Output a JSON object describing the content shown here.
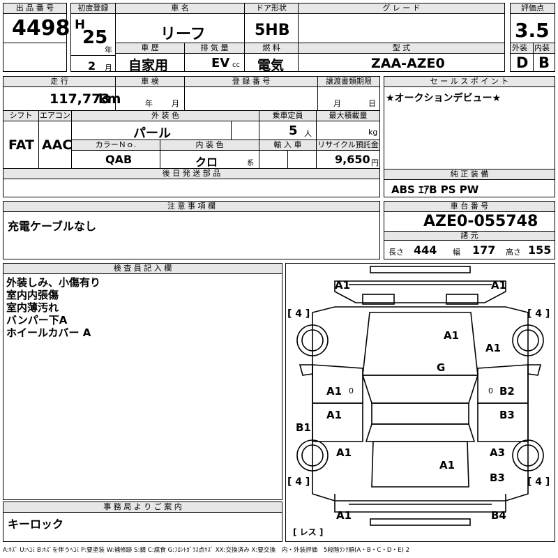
{
  "header": {
    "lot_label": "出 品 番 号",
    "lot_value": "4498",
    "first_reg_label": "初度登録",
    "era": "H",
    "year_value": "25",
    "year_unit": "年",
    "month_value": "2",
    "month_unit": "月",
    "car_name_label": "車 名",
    "car_name_value": "リーフ",
    "history_label": "車 歴",
    "history_value": "自家用",
    "displacement_label": "排 気 量",
    "displacement_value": "EV",
    "displacement_unit": "cc",
    "door_label": "ドア形状",
    "door_value": "5HB",
    "fuel_label": "燃 料",
    "fuel_value": "電気",
    "grade_label": "グ レ ー ド",
    "grade_value": "",
    "model_label": "型 式",
    "model_value": "ZAA-AZE0",
    "score_label": "評価点",
    "score_value": "3.5",
    "exterior_label": "外装",
    "exterior_value": "D",
    "interior_label": "内装",
    "interior_value": "B"
  },
  "row2": {
    "mileage_label": "走 行",
    "mileage_value": "117,773",
    "mileage_unit": "km",
    "inspection_label": "車 検",
    "inspection_year_unit": "年",
    "inspection_month_unit": "月",
    "registration_label": "登 録 番 号",
    "transfer_label": "譲渡書類期限",
    "transfer_month_unit": "月",
    "transfer_day_unit": "日",
    "shift_label": "シフト",
    "shift_value": "FAT",
    "ac_label": "エアコン",
    "ac_value": "AAC",
    "color_label": "外 装 色",
    "color_value": "パール",
    "color_no_label": "カラーＮｏ.",
    "color_no_value": "QAB",
    "interior_color_label": "内 装 色",
    "interior_color_value": "クロ",
    "interior_color_unit": "系",
    "capacity_label": "乗車定員",
    "capacity_value": "5",
    "capacity_unit": "人",
    "maxload_label": "最大積載量",
    "maxload_unit": "kg",
    "import_label": "輸 入 車",
    "recycle_label": "リサイクル預託金",
    "recycle_value": "9,650",
    "recycle_unit": "円",
    "later_parts_label": "後 日 発 送 部 品"
  },
  "sales": {
    "label": "セ ー ル ス ポ イ ン ト",
    "text": "★オークションデビュー★"
  },
  "equipment": {
    "label": "純 正 装 備",
    "text": "ABS ｴｱB PS PW"
  },
  "notes": {
    "label": "注 意 事 項 欄",
    "text": "充電ケーブルなし"
  },
  "chassis": {
    "label": "車 台 番 号",
    "value": "AZE0-055748",
    "specs_label": "諸 元",
    "length_label": "長さ",
    "length_value": "444",
    "width_label": "幅",
    "width_value": "177",
    "height_label": "高さ",
    "height_value": "155"
  },
  "inspector": {
    "label": "検 査 員 記 入 欄",
    "lines": [
      "外装しみ、小傷有り",
      "室内内張傷",
      "室内薄汚れ",
      "バンパー下A",
      "ホイールカバー A"
    ]
  },
  "office": {
    "label": "事 務 局 よ り ご 案 内",
    "text": "キーロック"
  },
  "diagram": {
    "tire_marks": [
      "[ 4 ]",
      "[ 4 ]",
      "[ 4 ]",
      "[ 4 ]"
    ],
    "spare_mark": "[ レス ]",
    "zero_mark": "0",
    "damage_marks": {
      "front_left_corner": "A1",
      "front_right_corner": "A1",
      "hood": "A1",
      "right_front_fender": "A1",
      "windshield": "G",
      "left_front_door": "A1",
      "right_front_door": "B2",
      "left_rear_door": "A1",
      "right_rear_door": "B3",
      "left_rocker": "B1",
      "left_rear_fender": "A1",
      "right_rear_fender": "A3",
      "rear_hatch": "A1",
      "right_quarter": "B3",
      "rear_left_corner": "A1",
      "rear_right_corner": "B4"
    }
  },
  "legend": {
    "text": "A:ｷｽﾞ U:ﾍｺﾐ B:ｷｽﾞを伴うﾍｺﾐ P:要塗装 W:補修跡 S:錆 C:腐食 G:ﾌﾛﾝﾄｶﾞﾗｽ点ｷｽﾞ XX:交換済み X:要交換　内・外装評価　5段階ﾗﾝｸ順(A・B・C・D・E) 2"
  }
}
